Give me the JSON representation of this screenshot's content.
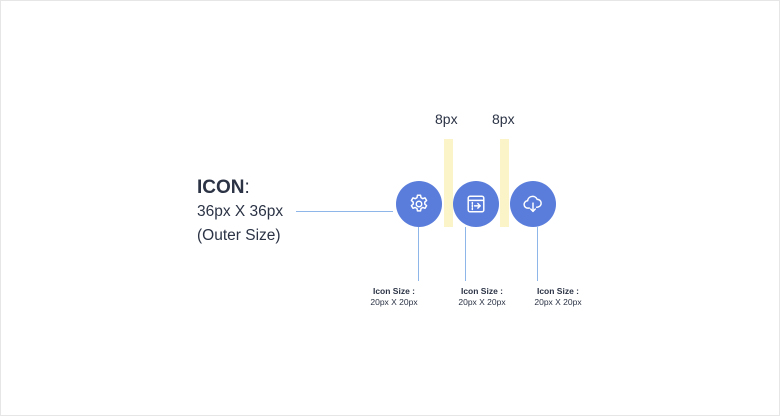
{
  "heading": {
    "title": "ICON",
    "colon": ":",
    "dimension": "36px X 36px",
    "note": "(Outer Size)"
  },
  "spacing": [
    {
      "label": "8px"
    },
    {
      "label": "8px"
    }
  ],
  "icons": [
    {
      "icon": "gear-icon",
      "size_title": "Icon Size :",
      "size_value": "20px X 20px"
    },
    {
      "icon": "window-arrow-icon",
      "size_title": "Icon Size :",
      "size_value": "20px X 20px"
    },
    {
      "icon": "cloud-download-icon",
      "size_title": "Icon Size :",
      "size_value": "20px X 20px"
    }
  ],
  "colors": {
    "circle": "#5a7ddb",
    "spacing_bar": "#fbf4c8",
    "connector": "#8fb6e8",
    "text": "#2b3345"
  }
}
